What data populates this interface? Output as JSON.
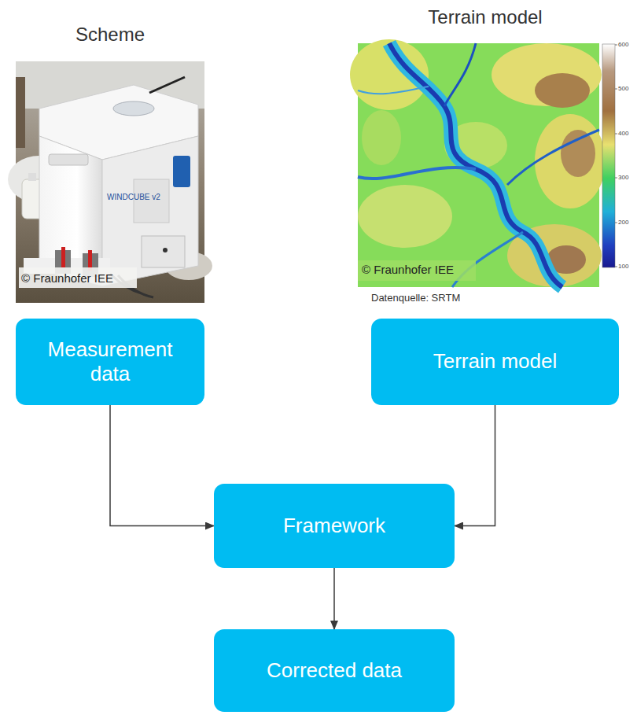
{
  "diagram": {
    "nodes": [
      {
        "text": [
          "Measurement data"
        ]
      },
      {
        "text": [
          "Terrain model"
        ]
      },
      {
        "text": [
          "Framework"
        ]
      },
      {
        "text": [
          "Corrected data"
        ]
      }
    ],
    "edges": [
      {
        "from": 0,
        "to": 2,
        "arrow": "to"
      },
      {
        "from": 1,
        "to": 2,
        "arrow": "to"
      },
      {
        "from": 2,
        "to": 3,
        "arrow": "to"
      }
    ],
    "labels": [
      "Scheme",
      "WINDCUBE v2",
      "© Fraunhofer IEE",
      "Terrain model",
      "600",
      "500",
      "400",
      "300",
      "200",
      "100",
      "© Fraunhofer IEE",
      "Datenquelle: SRTM"
    ]
  }
}
